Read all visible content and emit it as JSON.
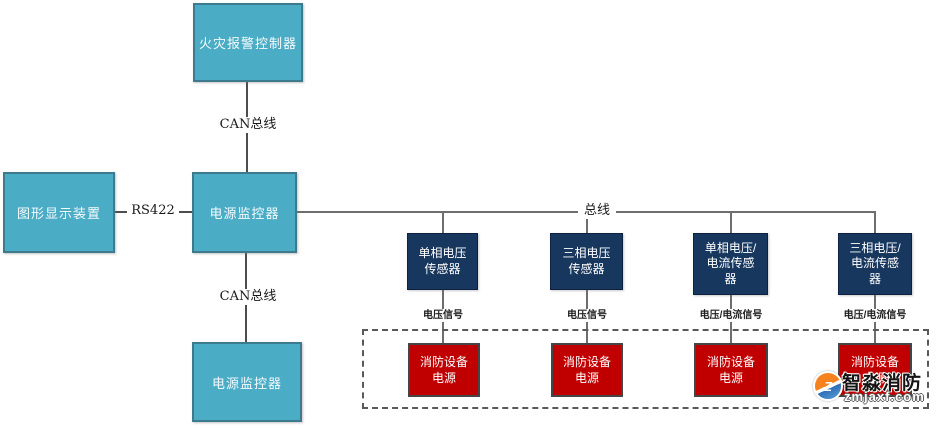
{
  "nodes": {
    "fire_alarm_controller": "火灾报警控制器",
    "graphic_display": "图形显示装置",
    "power_monitor": "电源监控器",
    "power_monitor_2": "电源监控器",
    "sensors": [
      "单相电压\n传感器",
      "三相电压\n传感器",
      "单相电压/\n电流传感\n器",
      "三相电压/\n电流传感\n器"
    ],
    "fire_power_supplies": [
      "消防设备\n电源",
      "消防设备\n电源",
      "消防设备\n电源",
      "消防设备\n电源"
    ]
  },
  "connections": {
    "can_bus_top": "CAN总线",
    "rs422": "RS422",
    "can_bus_bottom": "CAN总线",
    "bus": "总线"
  },
  "signal_labels": [
    "电压信号",
    "电压信号",
    "电压/电流信号",
    "电压/电流信号"
  ],
  "watermark": {
    "logo_glyph": "Z",
    "brand": "智淼消防",
    "site": "zmjaxf.com"
  },
  "colors": {
    "teal": "#4BACC6",
    "navy": "#17375E",
    "red": "#C00000",
    "line": "#4d4d4d"
  }
}
